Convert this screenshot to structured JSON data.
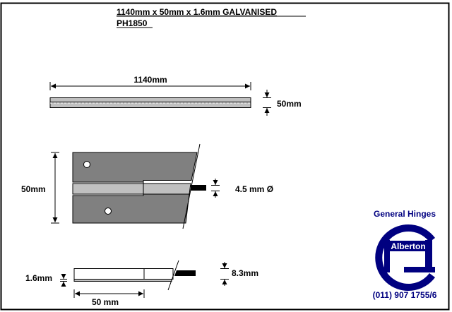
{
  "title": {
    "line1": "1140mm x 50mm x 1.6mm   GALVANISED",
    "line2": "PH1850"
  },
  "top_view": {
    "length_label": "1140mm",
    "width_label": "50mm"
  },
  "front_view": {
    "height_label": "50mm",
    "pin_label": "4.5 mm Ø"
  },
  "side_view": {
    "thickness_label": "1.6mm",
    "knuckle_label": "8.3mm",
    "leaf_label": "50 mm"
  },
  "logo": {
    "company": "General Hinges",
    "location": "Alberton",
    "phone": "(011) 907 1755/6",
    "color": "#000080"
  }
}
